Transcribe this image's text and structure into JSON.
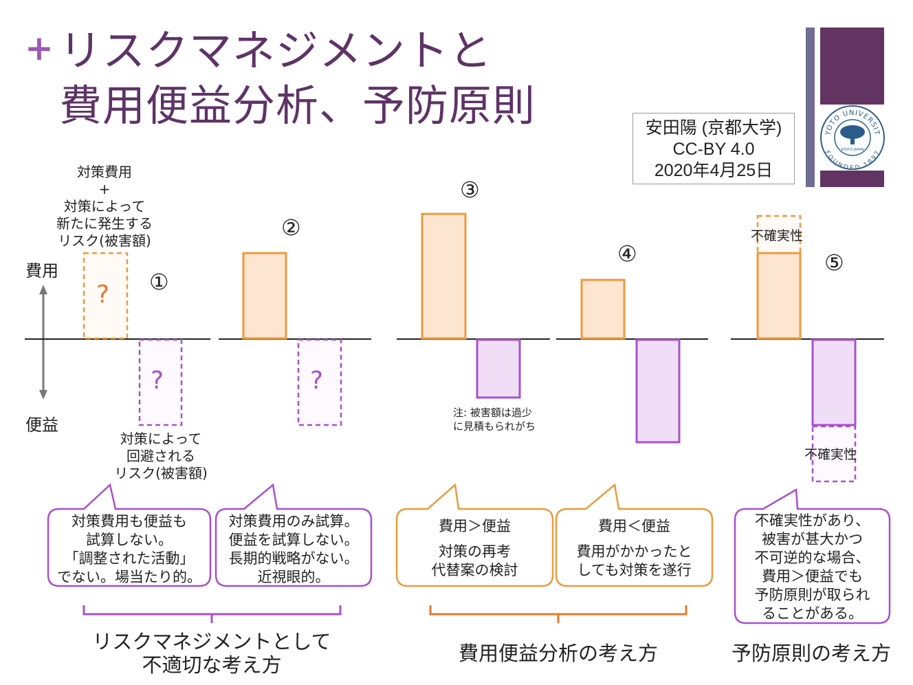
{
  "header": {
    "plus": "+",
    "title_line1": "リスクマネジメントと",
    "title_line2": "費用便益分析、予防原則"
  },
  "author_box": {
    "line1": "安田陽 (京都大学)",
    "line2": "CC-BY 4.0",
    "line3": "2020年4月25日"
  },
  "logo": {
    "icon": "kyoto-university-seal-icon",
    "text_top": "KYOTO UNIVERSITY",
    "text_bottom": "FOUNDED 1897",
    "text_center": "KYOTO JAPAN",
    "colors": {
      "slate": "#6f6c94",
      "plum": "#623461"
    }
  },
  "axis": {
    "cost": "費用",
    "benefit": "便益"
  },
  "colors": {
    "cost_stroke": "#ec9a3c",
    "cost_fill": "#fce6d2",
    "benefit_stroke": "#a94fd0",
    "benefit_fill": "#f0def7",
    "question_cost": "#e8782a",
    "question_benefit": "#a94fd0",
    "bracket_purple": "#a94fd0",
    "bracket_orange": "#e8782a"
  },
  "cases": {
    "c1": {
      "number": "①",
      "cost_label": [
        "対策費用",
        "+",
        "対策によって",
        "新たに発生する",
        "リスク(被害額)"
      ],
      "cost_question": "?",
      "benefit_question": "?",
      "benefit_label": [
        "対策によって",
        "回避される",
        "リスク(被害額)"
      ]
    },
    "c2": {
      "number": "②",
      "benefit_question": "?"
    },
    "c3": {
      "number": "③",
      "note": [
        "注: 被害額は過少",
        "に見積もられがち"
      ]
    },
    "c4": {
      "number": "④"
    },
    "c5": {
      "number": "⑤",
      "uncertainty_top": "不確実性",
      "uncertainty_bottom": "不確実性"
    }
  },
  "bubbles": {
    "b1": [
      "対策費用も便益も",
      "試算しない。",
      "「調整された活動」",
      "でない。場当たり的。"
    ],
    "b2": [
      "対策費用のみ試算。",
      "便益を試算しない。",
      "長期的戦略がない。",
      "近視眼的。"
    ],
    "b3": {
      "heading": "費用＞便益",
      "lines": [
        "対策の再考",
        "代替案の検討"
      ]
    },
    "b4": {
      "heading": "費用＜便益",
      "lines": [
        "費用がかかったと",
        "しても対策を遂行"
      ]
    },
    "b5": [
      "不確実性があり、",
      "被害が甚大かつ",
      "不可逆的な場合、",
      "費用＞便益でも",
      "予防原則が取られ",
      "ることがある。"
    ]
  },
  "categories": {
    "cat1": [
      "リスクマネジメントとして",
      "不適切な考え方"
    ],
    "cat2": "費用便益分析の考え方",
    "cat3": "予防原則の考え方"
  }
}
